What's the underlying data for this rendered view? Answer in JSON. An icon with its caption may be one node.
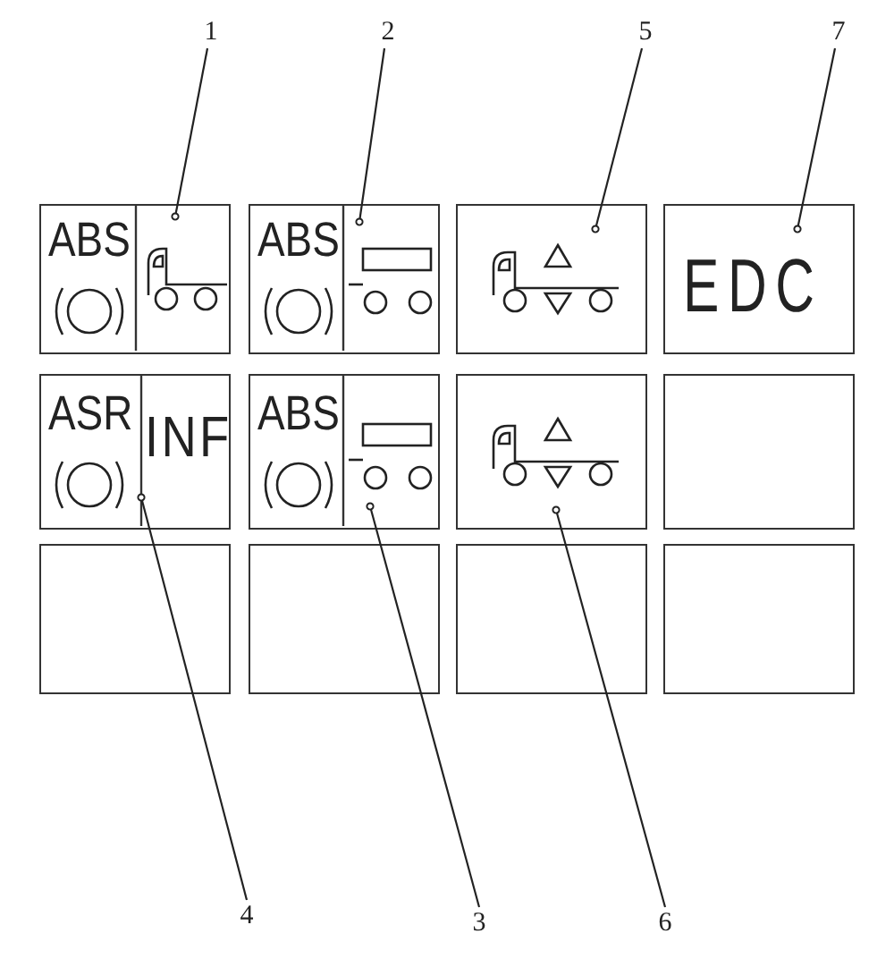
{
  "diagram": {
    "nodes": [
      {
        "text": [
          "1"
        ]
      },
      {
        "text": [
          "2"
        ]
      },
      {
        "text": [
          "5"
        ]
      },
      {
        "text": [
          "7"
        ]
      },
      {
        "text": [
          "ABS"
        ]
      },
      {
        "text": [
          "ABS"
        ]
      },
      {
        "text": [],
        "shape": "box"
      },
      {
        "text": [
          "EDC"
        ]
      },
      {
        "text": [
          "ASR",
          "INF"
        ]
      },
      {
        "text": [
          "ABS"
        ]
      },
      {
        "text": [],
        "shape": "box"
      },
      {
        "text": [],
        "shape": "box"
      },
      {
        "text": [],
        "shape": "box"
      },
      {
        "text": [],
        "shape": "box"
      },
      {
        "text": [],
        "shape": "box"
      },
      {
        "text": [],
        "shape": "box"
      },
      {
        "text": [
          "4"
        ]
      },
      {
        "text": [
          "3"
        ]
      },
      {
        "text": [
          "6"
        ]
      }
    ],
    "edges": [
      {
        "from": 0,
        "to": 4,
        "arrow": "other"
      },
      {
        "from": 1,
        "to": 5,
        "arrow": "other"
      },
      {
        "from": 2,
        "to": 6,
        "arrow": "other"
      },
      {
        "from": 3,
        "to": 7,
        "arrow": "other"
      },
      {
        "from": 16,
        "to": 8,
        "arrow": "other"
      },
      {
        "from": 17,
        "to": 9,
        "arrow": "other"
      },
      {
        "from": 18,
        "to": 10,
        "arrow": "other"
      }
    ]
  }
}
